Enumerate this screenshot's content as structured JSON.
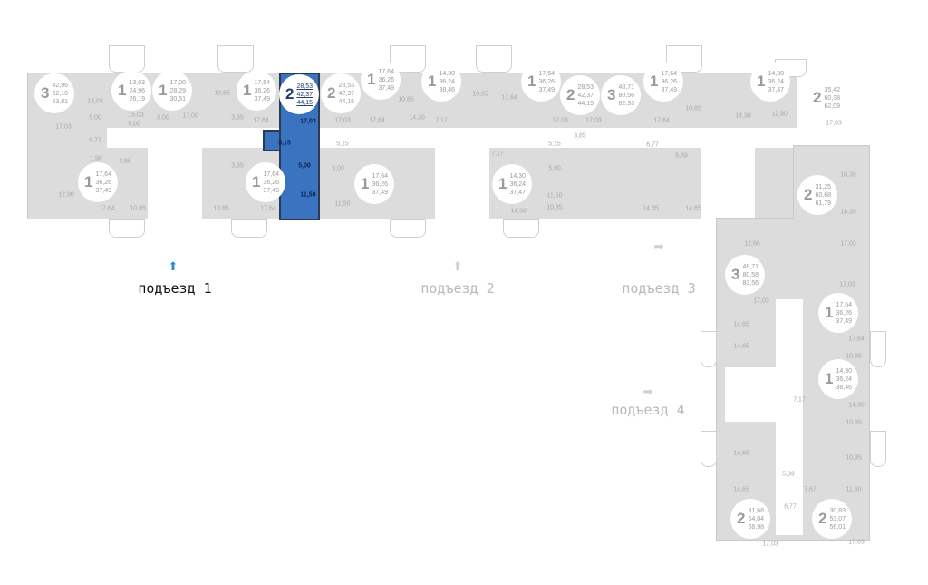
{
  "colors": {
    "selected": "#3a73bf",
    "active_arrow": "#2a8fd6",
    "building": "#dcdcdc"
  },
  "apartments": [
    {
      "rooms": "3",
      "areas": [
        "42,96",
        "62,10",
        "63,81"
      ]
    },
    {
      "rooms": "1",
      "areas": [
        "13,03",
        "24,96",
        "26,19"
      ]
    },
    {
      "rooms": "1",
      "areas": [
        "17,00",
        "28,29",
        "30,51"
      ]
    },
    {
      "rooms": "1",
      "areas": [
        "17,64",
        "36,26",
        "37,49"
      ]
    },
    {
      "rooms": "2",
      "areas": [
        "28,53",
        "42,37",
        "44,15"
      ],
      "selected": true
    },
    {
      "rooms": "2",
      "areas": [
        "28,53",
        "42,37",
        "44,15"
      ]
    },
    {
      "rooms": "1",
      "areas": [
        "17,64",
        "36,26",
        "37,49"
      ]
    },
    {
      "rooms": "1",
      "areas": [
        "14,30",
        "36,24",
        "38,46"
      ]
    },
    {
      "rooms": "1",
      "areas": [
        "17,64",
        "36,26",
        "37,49"
      ]
    },
    {
      "rooms": "2",
      "areas": [
        "28,53",
        "42,37",
        "44,15"
      ]
    },
    {
      "rooms": "3",
      "areas": [
        "48,71",
        "80,56",
        "82,33"
      ]
    },
    {
      "rooms": "1",
      "areas": [
        "17,64",
        "36,26",
        "37,49"
      ]
    },
    {
      "rooms": "1",
      "areas": [
        "14,30",
        "36,24",
        "37,47"
      ]
    },
    {
      "rooms": "2",
      "areas": [
        "35,42",
        "60,38",
        "62,09"
      ]
    },
    {
      "rooms": "1",
      "areas": [
        "17,64",
        "36,26",
        "37,49"
      ]
    },
    {
      "rooms": "1",
      "areas": [
        "17,64",
        "36,26",
        "37,49"
      ]
    },
    {
      "rooms": "1",
      "areas": [
        "17,64",
        "36,26",
        "37,49"
      ]
    },
    {
      "rooms": "1",
      "areas": [
        "14,30",
        "36,24",
        "37,47"
      ]
    },
    {
      "rooms": "2",
      "areas": [
        "31,25",
        "60,68",
        "61,79"
      ]
    },
    {
      "rooms": "3",
      "areas": [
        "48,71",
        "80,58",
        "83,56"
      ]
    },
    {
      "rooms": "1",
      "areas": [
        "17,64",
        "36,26",
        "37,49"
      ]
    },
    {
      "rooms": "1",
      "areas": [
        "14,30",
        "36,24",
        "38,46"
      ]
    },
    {
      "rooms": "2",
      "areas": [
        "31,68",
        "64,04",
        "66,98"
      ]
    },
    {
      "rooms": "2",
      "areas": [
        "30,83",
        "53,07",
        "56,01"
      ]
    }
  ],
  "rooms": [
    "17,03",
    "13,03",
    "5,00",
    "15,03",
    "5,00",
    "17,00",
    "5,00",
    "10,85",
    "17,64",
    "3,85",
    "6,77",
    "1,98",
    "3,85",
    "12,90",
    "17,64",
    "10,85",
    "3,85",
    "10,85",
    "17,64",
    "17,03",
    "5,15",
    "5,00",
    "11,50",
    "10,85",
    "17,64",
    "14,30",
    "7,17",
    "10,85",
    "17,64",
    "17,03",
    "5,15",
    "5,00",
    "11,50",
    "17,03",
    "7,17",
    "14,30",
    "10,85",
    "10,85",
    "17,64",
    "3,85",
    "14,30",
    "12,90",
    "17,03",
    "6,77",
    "14,65",
    "14,65",
    "5,39",
    "18,39",
    "18,39",
    "12,66",
    "17,03",
    "17,03",
    "17,03",
    "14,65",
    "14,65",
    "17,64",
    "10,85",
    "14,30",
    "7,17",
    "10,85",
    "10,95",
    "14,65",
    "14,65",
    "11,60",
    "7,67",
    "17,03",
    "17,03",
    "6,77",
    "5,39"
  ],
  "selected_rooms": [
    "17,03",
    "5,15",
    "5,00",
    "11,50"
  ],
  "entrances": [
    {
      "label": "подъезд 1",
      "active": true
    },
    {
      "label": "подъезд 2"
    },
    {
      "label": "подъезд 3"
    },
    {
      "label": "подъезд 4"
    }
  ]
}
